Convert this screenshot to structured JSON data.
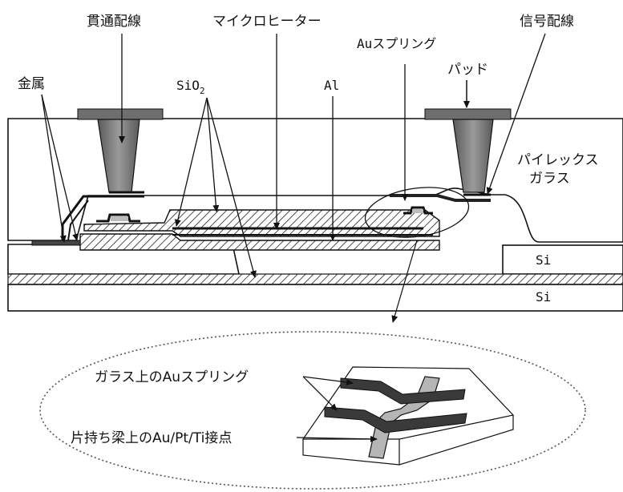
{
  "labels": {
    "through_wiring": "貫通配線",
    "micro_heater": "マイクロヒーター",
    "signal_wiring": "信号配線",
    "au_spring": "Auスプリング",
    "pad": "パッド",
    "metal": "金属",
    "sio2_main": "SiO",
    "sio2_sub": "2",
    "al": "Al",
    "pyrex_line1": "パイレックス",
    "pyrex_line2": "ガラス",
    "si_upper": "Si",
    "si_lower": "Si",
    "glass_au_spring": "ガラス上のAuスプリング",
    "cantilever_contact": "片持ち梁上のAu/Pt/Ti接点"
  },
  "colors": {
    "background": "#ffffff",
    "line": "#111111",
    "pad_gray": "#6e6e6e",
    "via_gray": "#8a8a8a",
    "spring_dark": "#3a3a3a",
    "contact_light": "#b5b5b5"
  }
}
